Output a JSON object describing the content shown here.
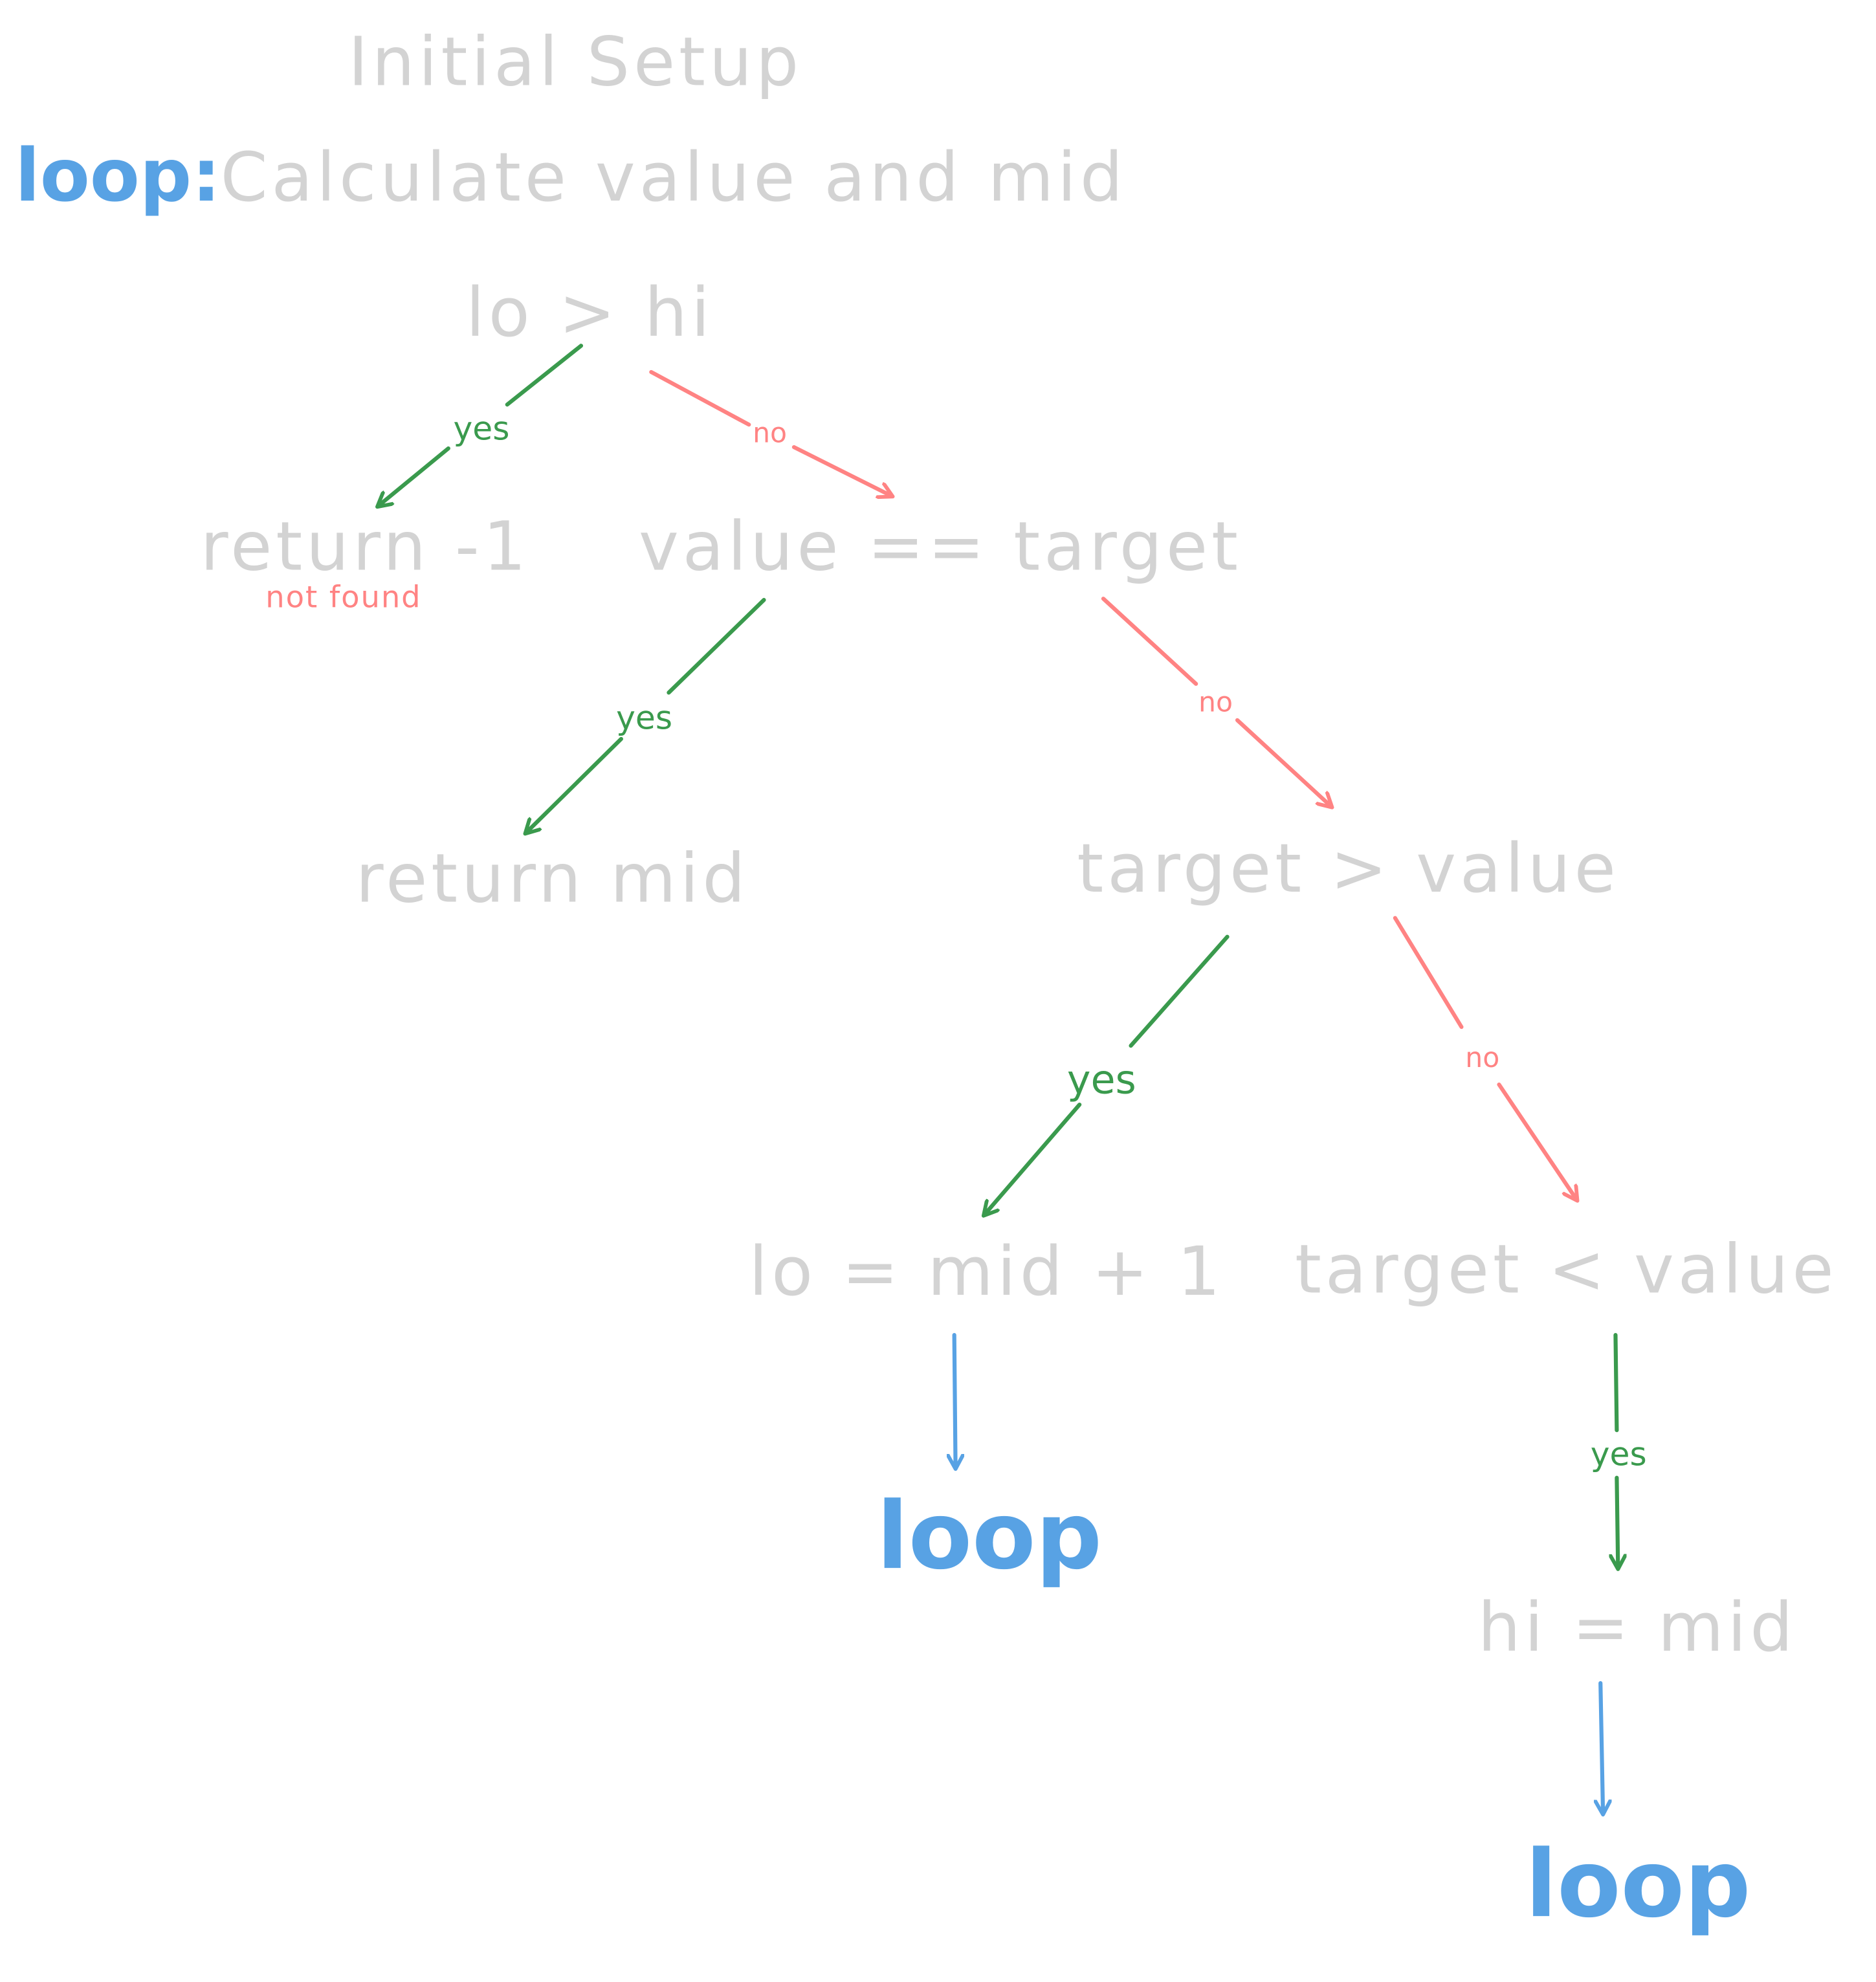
{
  "colors": {
    "background": "#ffffff",
    "node_text": "#d3d3d3",
    "loop_blue": "#58a2e4",
    "yes_green": "#3a9a4d",
    "no_red": "#ff8383"
  },
  "diagram": {
    "title": "Initial Setup",
    "loop_header": {
      "keyword": "loop:",
      "text": "Calculate value and mid"
    },
    "nodes": {
      "lo_gt_hi": "lo > hi",
      "return_neg1": "return -1",
      "not_found_note": "not found",
      "value_eq_target": "value == target",
      "return_mid": "return mid",
      "target_gt_value": "target > value",
      "lo_assign": "lo = mid + 1",
      "target_lt_value": "target < value",
      "hi_assign": "hi = mid",
      "loop_left": "loop",
      "loop_right": "loop"
    },
    "edges": {
      "e1_label": "yes",
      "e2_label": "no",
      "e3_label": "yes",
      "e4_label": "no",
      "e5_label": "yes",
      "e6_label": "no",
      "e7_label": "yes"
    }
  }
}
